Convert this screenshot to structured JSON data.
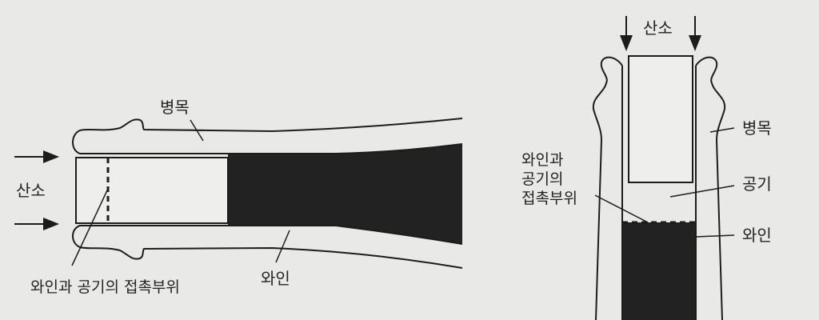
{
  "left_diagram": {
    "labels": {
      "bottle_neck": "병목",
      "oxygen": "산소",
      "wine": "와인",
      "contact": "와인과 공기의 접촉부위"
    }
  },
  "right_diagram": {
    "labels": {
      "oxygen": "산소",
      "bottle_neck": "병목",
      "air": "공기",
      "wine": "와인",
      "contact_lines": [
        "와인과",
        "공기의",
        "접촉부위"
      ]
    }
  },
  "colors": {
    "background": "#e9e9e7",
    "ink": "#1c1c1c",
    "wine_fill": "#222222"
  }
}
